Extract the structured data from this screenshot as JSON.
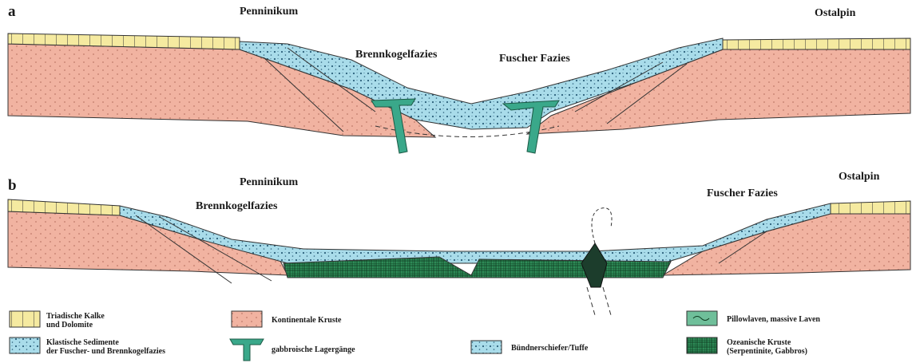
{
  "panels": [
    {
      "letter": "a",
      "labels": {
        "penninikum": "Penninikum",
        "ostalpin": "Ostalpin",
        "brennkogel": "Brennkogelfazies",
        "fuscher": "Fuscher Fazies"
      }
    },
    {
      "letter": "b",
      "labels": {
        "penninikum": "Penninikum",
        "ostalpin": "Ostalpin",
        "brennkogel": "Brennkogelfazies",
        "fuscher": "Fuscher Fazies"
      }
    }
  ],
  "legend": [
    {
      "id": "triassic",
      "lines": [
        "Triadische Kalke",
        "und Dolomite"
      ],
      "fill": "#f5eaa0"
    },
    {
      "id": "continental",
      "lines": [
        "Kontinentale Kruste"
      ],
      "fill": "#f1b3a1"
    },
    {
      "id": "pillow",
      "lines": [
        "Pillowlaven, massive Laven"
      ],
      "fill": "#6fbf9a"
    },
    {
      "id": "clastic",
      "lines": [
        "Klastische Sedimente",
        "der Fuscher- und Brennkogelfazies"
      ],
      "fill": "#a9dcea"
    },
    {
      "id": "gabbro-sill",
      "lines": [
        "gabbroische Lagergänge"
      ],
      "fill": "#3aa88a"
    },
    {
      "id": "buendner",
      "lines": [
        "Bündnerschiefer/Tuffe"
      ],
      "fill": "#a9dcea"
    },
    {
      "id": "oceanic",
      "lines": [
        "Ozeanische Kruste",
        "(Serpentinite, Gabbros)"
      ],
      "fill": "#2e8b57"
    }
  ],
  "colors": {
    "triassic": "#f5eaa0",
    "continental": "#f1b3a1",
    "sediment": "#a9dcea",
    "oceanic": "#2e8b57",
    "gabbro": "#3aa88a",
    "outline": "#333333"
  }
}
